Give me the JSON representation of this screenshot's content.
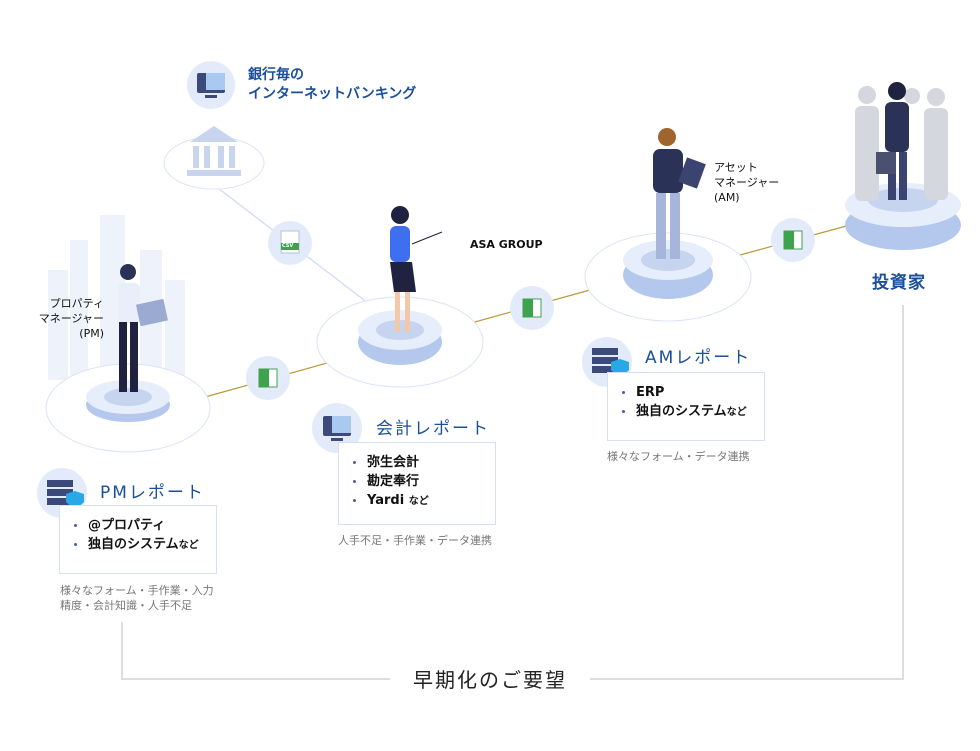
{
  "bank": {
    "line1": "銀行毎の",
    "line2": "インターネットバンキング",
    "csv": "CSV"
  },
  "pm": {
    "line1": "プロパティ",
    "line2": "マネージャー",
    "line3": "(PM)"
  },
  "asa": {
    "label": "ASA GROUP"
  },
  "am": {
    "line1": "アセット",
    "line2": "マネージャー",
    "line3": "(AM)"
  },
  "investor": {
    "label": "投資家"
  },
  "pm_report": {
    "title": "PMレポート",
    "items": [
      "@プロパティ",
      "独自のシステム"
    ],
    "suffix": "など",
    "caption1": "様々なフォーム・手作業・入力",
    "caption2": "精度・会計知識・人手不足"
  },
  "acct_report": {
    "title": "会計レポート",
    "items": [
      "弥生会計",
      "勘定奉行",
      "Yardi"
    ],
    "suffix": "など",
    "caption": "人手不足・手作業・データ連携"
  },
  "am_report": {
    "title": "AMレポート",
    "items": [
      "ERP",
      "独自のシステム"
    ],
    "suffix": "など",
    "caption": "様々なフォーム・データ連携"
  },
  "bottom": {
    "label": "早期化のご要望"
  },
  "colors": {
    "accent": "#1a4f9c",
    "gold": "#b89a3a",
    "platform": "#b4c8ee",
    "excel": "#3fa34d"
  }
}
